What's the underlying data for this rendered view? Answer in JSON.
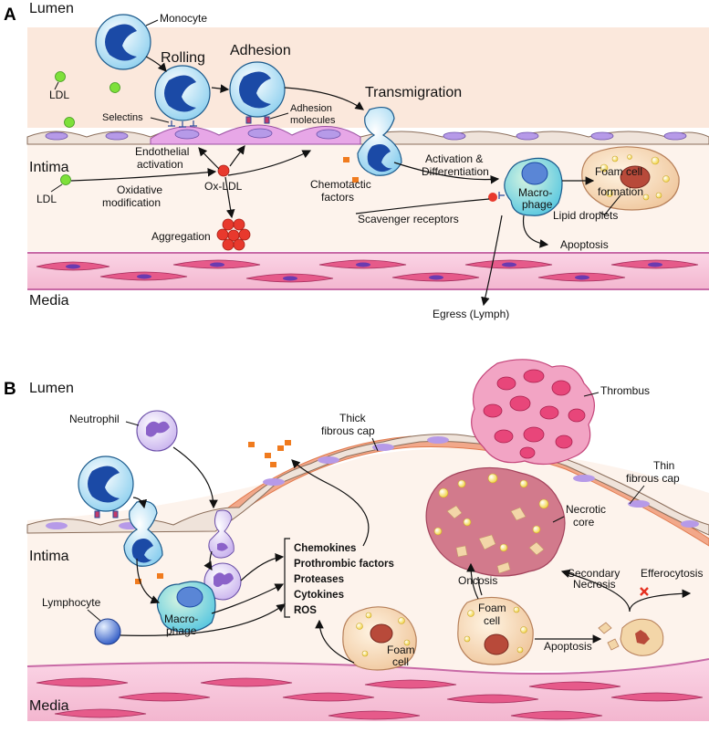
{
  "panel_a": {
    "letter": "A",
    "lumen": "Lumen",
    "intima": "Intima",
    "media": "Media",
    "monocyte": "Monocyte",
    "rolling": "Rolling",
    "adhesion": "Adhesion",
    "transmigration": "Transmigration",
    "ldl_lumen": "LDL",
    "ldl_intima": "LDL",
    "selectins": "Selectins",
    "adhesion_molecules_1": "Adhesion",
    "adhesion_molecules_2": "molecules",
    "endothelial_activation_1": "Endothelial",
    "endothelial_activation_2": "activation",
    "oxidative_modification_1": "Oxidative",
    "oxidative_modification_2": "modification",
    "ox_ldl": "Ox-LDL",
    "aggregation": "Aggregation",
    "chemotactic_1": "Chemotactic",
    "chemotactic_2": "factors",
    "activation_1": "Activation &",
    "activation_2": "Differentiation",
    "macrophage_1": "Macro-",
    "macrophage_2": "phage",
    "foam_cell_formation_1": "Foam cell",
    "foam_cell_formation_2": "formation",
    "lipid_droplets": "Lipid droplets",
    "scavenger_receptors": "Scavenger receptors",
    "apoptosis": "Apoptosis",
    "egress": "Egress (Lymph)"
  },
  "panel_b": {
    "letter": "B",
    "lumen": "Lumen",
    "intima": "Intima",
    "media": "Media",
    "neutrophil": "Neutrophil",
    "thick_cap_1": "Thick",
    "thick_cap_2": "fibrous cap",
    "thrombus": "Thrombus",
    "thin_cap_1": "Thin",
    "thin_cap_2": "fibrous cap",
    "necrotic_core_1": "Necrotic",
    "necrotic_core_2": "core",
    "mediators": [
      "Chemokines",
      "Prothrombic factors",
      "Proteases",
      "Cytokines",
      "ROS"
    ],
    "lymphocyte": "Lymphocyte",
    "macrophage_1": "Macro-",
    "macrophage_2": "phage",
    "foam_cell_1_a": "Foam",
    "foam_cell_1_b": "cell",
    "foam_cell_2_a": "Foam",
    "foam_cell_2_b": "cell",
    "oncosis": "Oncosis",
    "secondary_necrosis_1": "Secondary",
    "secondary_necrosis_2": "Necrosis",
    "efferocytosis": "Efferocytosis",
    "apoptosis": "Apoptosis"
  },
  "colors": {
    "intima": "#fbeee4",
    "lumen_band": "#f5dccb",
    "media": "#f7c6dc",
    "cell_blue": "#1b4aa6",
    "cell_cyan": "#bfe6f7",
    "endothelial_purple": "#c7a9e6",
    "ldl_green": "#7ee03a",
    "oxldl_red": "#e8392d",
    "thrombus_pink": "#e86a96",
    "necrotic_core": "#d27a8c",
    "foam_cell": "#f4d6b6"
  }
}
